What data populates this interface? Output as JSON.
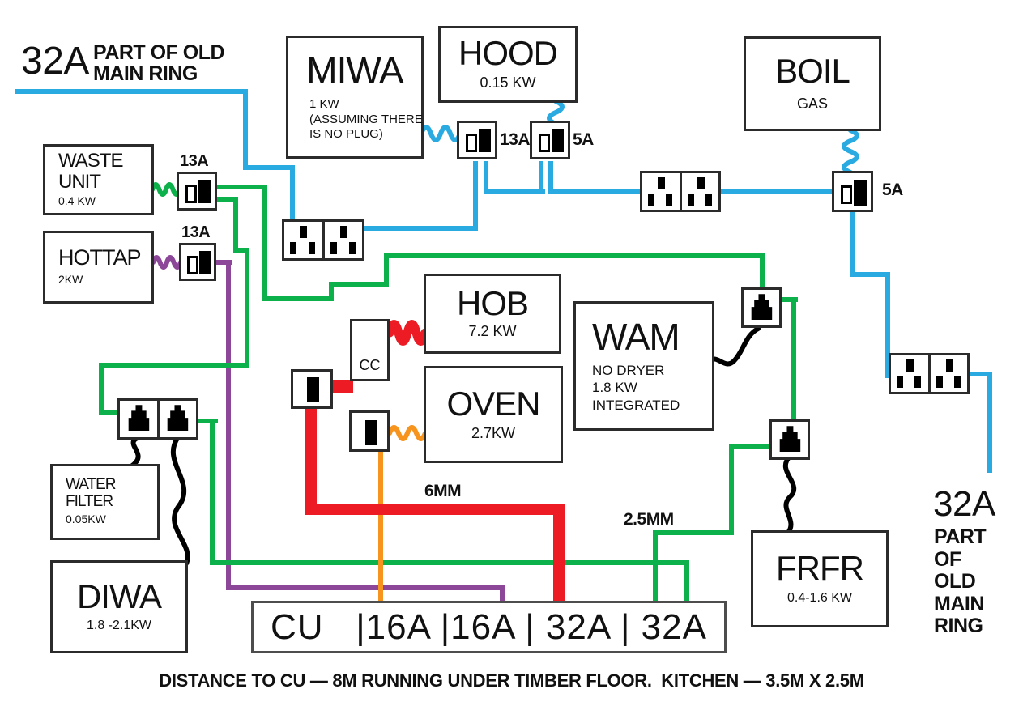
{
  "colors": {
    "blue": "#29abe2",
    "green": "#0db14b",
    "purple": "#8c4799",
    "red": "#ed1c24",
    "orange": "#f7941d",
    "cord": "#000000"
  },
  "old_ring_left": {
    "amp": "32A",
    "line1": "PART OF OLD",
    "line2": "MAIN RING"
  },
  "old_ring_right": {
    "amp": "32A",
    "line1": "PART",
    "line2": "OF",
    "line3": "OLD",
    "line4": "MAIN",
    "line5": "RING"
  },
  "boxes": {
    "miwa": {
      "title": "MIWA",
      "sub1": "1 KW",
      "sub2": "(ASSUMING THERE",
      "sub3": "IS NO PLUG)"
    },
    "hood": {
      "title": "HOOD",
      "sub": "0.15 KW"
    },
    "boil": {
      "title": "BOIL",
      "sub": "GAS"
    },
    "waste_unit": {
      "title1": "WASTE",
      "title2": "UNIT",
      "sub": "0.4 KW"
    },
    "hottap": {
      "title": "HOTTAP",
      "sub": "2KW"
    },
    "hob": {
      "title": "HOB",
      "sub": "7.2 KW"
    },
    "oven": {
      "title": "OVEN",
      "sub": "2.7KW"
    },
    "wam": {
      "title": "WAM",
      "sub1": "NO DRYER",
      "sub2": "1.8 KW",
      "sub3": "INTEGRATED"
    },
    "water_filter": {
      "title1": "WATER",
      "title2": "FILTER",
      "sub": "0.05KW"
    },
    "diwa": {
      "title": "DIWA",
      "sub": "1.8 -2.1KW"
    },
    "frfr": {
      "title": "FRFR",
      "sub": "0.4-1.6 KW"
    },
    "cc": {
      "title": "CC"
    }
  },
  "fuses": {
    "waste_spur": "13A",
    "hottap_spur": "13A",
    "miwa_spur": "13A",
    "hood_spur": "5A",
    "boil_switch": "5A"
  },
  "cables": {
    "hob_cable": "6MM",
    "ring_cable": "2.5MM"
  },
  "cu": {
    "text": "CU   |16A |16A | 32A | 32A"
  },
  "footer": "DISTANCE TO CU — 8M RUNNING UNDER TIMBER FLOOR.  KITCHEN — 3.5M X 2.5M"
}
